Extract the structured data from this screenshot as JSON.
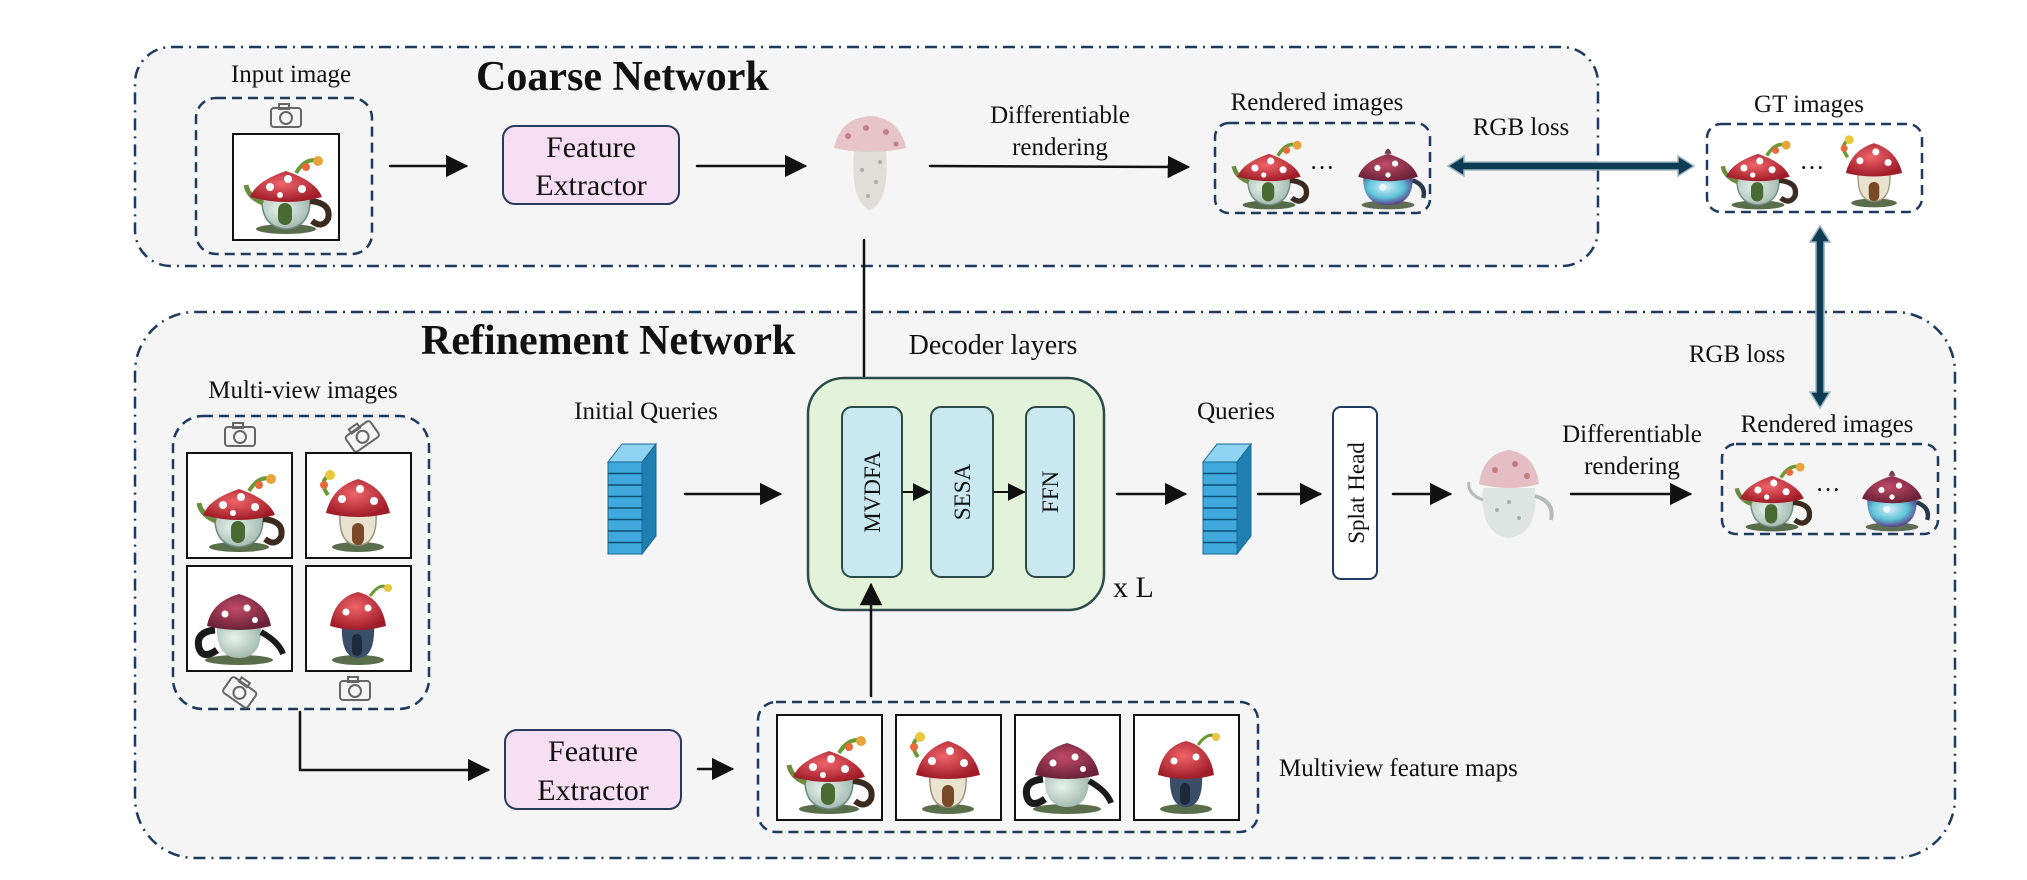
{
  "coarse": {
    "title": "Coarse Network",
    "input_label": "Input image",
    "feature_extractor": [
      "Feature",
      "Extractor"
    ],
    "render_label": [
      "Differentiable",
      "rendering"
    ],
    "rendered_label": "Rendered images",
    "ellipsis": "···"
  },
  "loss_top": "RGB loss",
  "gt_label": "GT images",
  "loss_side": "RGB loss",
  "refine": {
    "title": "Refinement Network",
    "multiview_label": "Multi-view images",
    "initial_queries": "Initial Queries",
    "decoder_label": "Decoder layers",
    "modules": [
      "MVDFA",
      "SESA",
      "FFN"
    ],
    "repeat": "x L",
    "queries": "Queries",
    "splat_head": "Splat Head",
    "render_label": [
      "Differentiable",
      "rendering"
    ],
    "rendered_label": "Rendered images",
    "feature_extractor": [
      "Feature",
      "Extractor"
    ],
    "feature_maps": "Multiview feature maps",
    "ellipsis": "···"
  },
  "colors": {
    "panel_bg": "#f5f5f5",
    "panel_border": "#1e3a5f",
    "extractor_fill": "#f6dff2",
    "extractor_stroke": "#2a3a5a",
    "decoder_fill": "#e3f3d9",
    "decoder_stroke": "#2b4a4a",
    "module_fill": "#c9e8f0",
    "query_fill": "#3fa9dd",
    "loss_arrow": "#0d3b54"
  },
  "icons": [
    "camera-icon",
    "teapot-thumbnail",
    "gaussian-cloud"
  ]
}
